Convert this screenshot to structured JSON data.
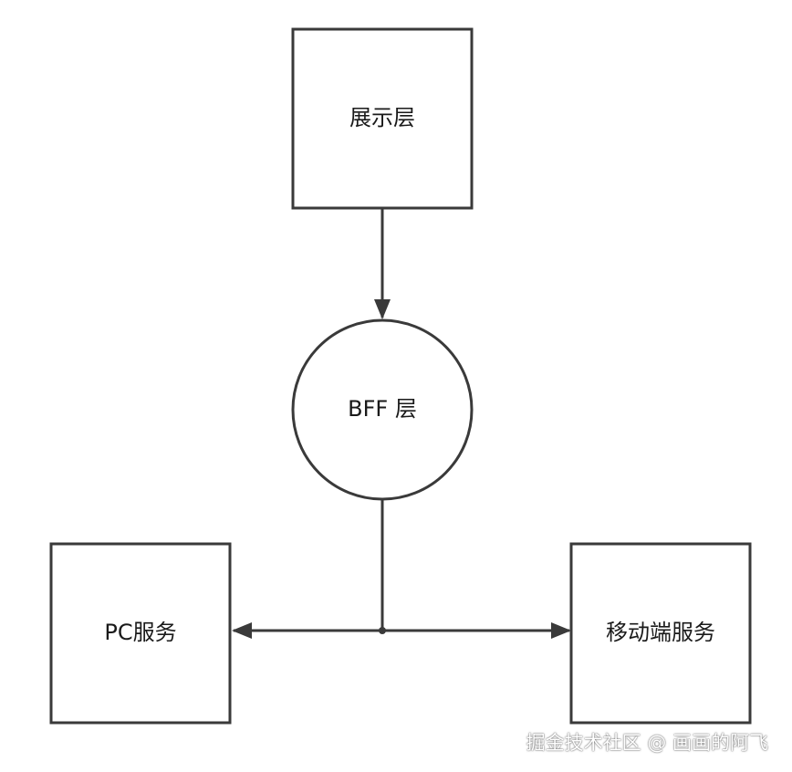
{
  "nodes": {
    "presentation": {
      "label": "展示层"
    },
    "bff": {
      "label": "BFF 层"
    },
    "pc": {
      "label": "PC服务"
    },
    "mobile": {
      "label": "移动端服务"
    }
  },
  "edges": [
    {
      "from": "presentation",
      "to": "bff"
    },
    {
      "from": "bff",
      "to": "pc"
    },
    {
      "from": "bff",
      "to": "mobile"
    }
  ],
  "watermark": {
    "text": "掘金技术社区 @ 画画的阿飞"
  },
  "colors": {
    "stroke": "#3a3a3a",
    "text": "#1a1a1a",
    "background": "#ffffff"
  }
}
